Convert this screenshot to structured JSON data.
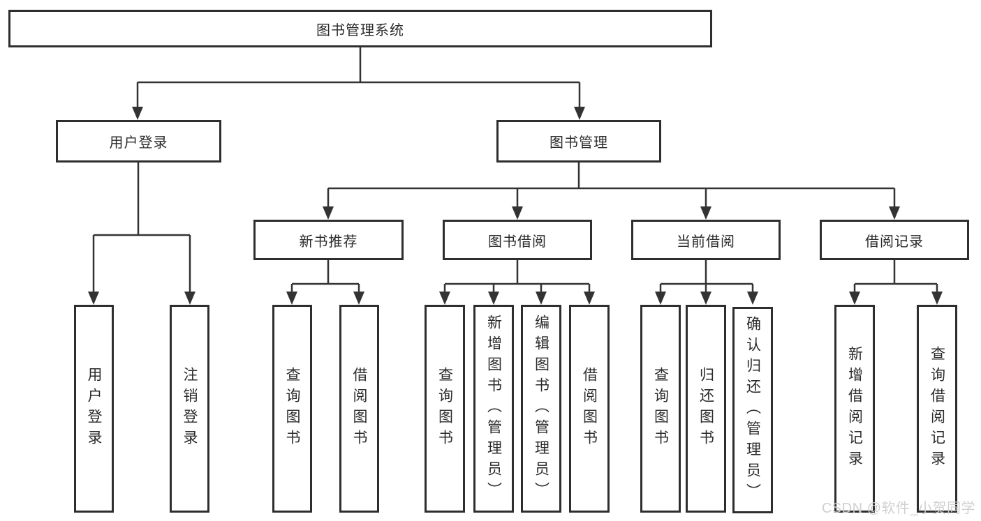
{
  "tree": {
    "root": "图书管理系统",
    "branches": [
      {
        "label": "用户登录",
        "children": [
          "用户登录",
          "注销登录"
        ]
      },
      {
        "label": "图书管理",
        "sections": [
          {
            "label": "新书推荐",
            "children": [
              "查询图书",
              "借阅图书"
            ]
          },
          {
            "label": "图书借阅",
            "children": [
              "查询图书",
              "新增图书（管理员）",
              "编辑图书（管理员）",
              "借阅图书"
            ]
          },
          {
            "label": "当前借阅",
            "children": [
              "查询图书",
              "归还图书",
              "确认归还（管理员）"
            ]
          },
          {
            "label": "借阅记录",
            "children": [
              "新增借阅记录",
              "查询借阅记录"
            ]
          }
        ]
      }
    ]
  },
  "colors": {
    "line": "#333333",
    "border": "#2e2e2e",
    "text": "#2b2b2b",
    "watermark": "#cdcdcd"
  },
  "watermark": {
    "text": "CSDN @软件_小贺同学"
  }
}
